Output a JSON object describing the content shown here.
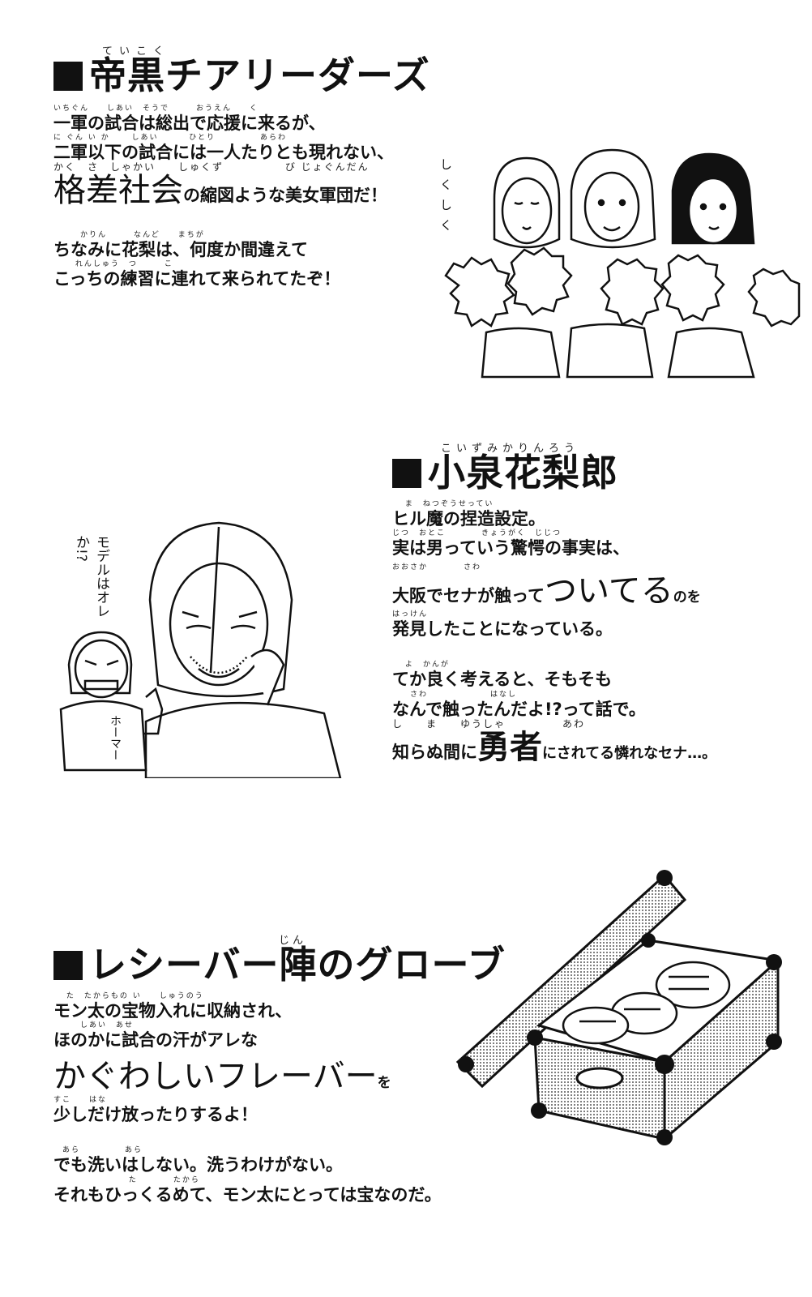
{
  "sections": [
    {
      "title": "帝黒チアリーダーズ",
      "title_ruby": "ていこく",
      "paragraphs": [
        [
          {
            "ruby": "いちぐん　　しあい　そうで　　　おうえん　　く",
            "text": "一軍の試合は総出で応援に来るが、"
          },
          {
            "ruby": "に ぐん い か　　 しあい　　　 ひとり　　　　　あらわ",
            "text": "二軍以下の試合には一人たりとも現れない、"
          },
          {
            "ruby": "かく　さ　しゃかい　　しゅくず　　　　　 び じょぐんだん",
            "big": "格差社会",
            "text": "の縮図ような美女軍団だ！"
          }
        ],
        [
          {
            "ruby": "　　　かりん　　　なんど　　まちが",
            "text": "ちなみに花梨は、何度か間違えて"
          },
          {
            "ruby": "　　 れんしゅう　つ　　　こ",
            "text": "こっちの練習に連れて来られてたぞ！"
          }
        ]
      ],
      "sfx": "しくしく"
    },
    {
      "title": "小泉花梨郎",
      "title_ruby": "こいずみかりんろう",
      "paragraphs": [
        [
          {
            "ruby": "　 ま　ねつぞうせってい",
            "text": "ヒル魔の捏造設定。"
          },
          {
            "ruby": "じつ　おとこ　　　　きょうがく　じじつ",
            "text": "実は男っていう驚愕の事実は、"
          },
          {
            "ruby": "おおさか　　　　さわ",
            "pre": "大阪でセナが触って",
            "big": "ついてる",
            "text": "のを"
          },
          {
            "ruby": "はっけん",
            "text": "発見したことになっている。"
          }
        ],
        [
          {
            "ruby": "　 よ　かんが",
            "text": "てか良く考えると、そもそも"
          },
          {
            "ruby": "　　さわ　　　　　　　はなし",
            "text": "なんで触ったんだよ!?って話で。"
          },
          {
            "ruby": "し　　ま　　ゆうしゃ　　　　　あわ",
            "pre": "知らぬ間に",
            "big": "勇者",
            "text": "にされてる憐れなセナ…。"
          }
        ]
      ],
      "speech": "モデルはオレか!?",
      "shirt_text": "ホーマー"
    },
    {
      "title": "レシーバー陣のグローブ",
      "title_ruby": "じん",
      "paragraphs": [
        [
          {
            "ruby": "　 た　たからもの い　　しゅうのう",
            "text": "モン太の宝物入れに収納され、"
          },
          {
            "ruby": "　　　しあい　あせ",
            "text": "ほのかに試合の汗がアレな"
          },
          {
            "ruby": "",
            "big": "かぐわしいフレーバー",
            "text": "を"
          },
          {
            "ruby": "すこ　　はな",
            "text": "少しだけ放ったりするよ！"
          }
        ],
        [
          {
            "ruby": "　あら　　　　　あら",
            "text": "でも洗いはしない。洗うわけがない。"
          },
          {
            "ruby": "　　　　　　　　 た　　　　たから",
            "text": "それもひっくるめて、モン太にとっては宝なのだ。"
          }
        ]
      ]
    }
  ]
}
